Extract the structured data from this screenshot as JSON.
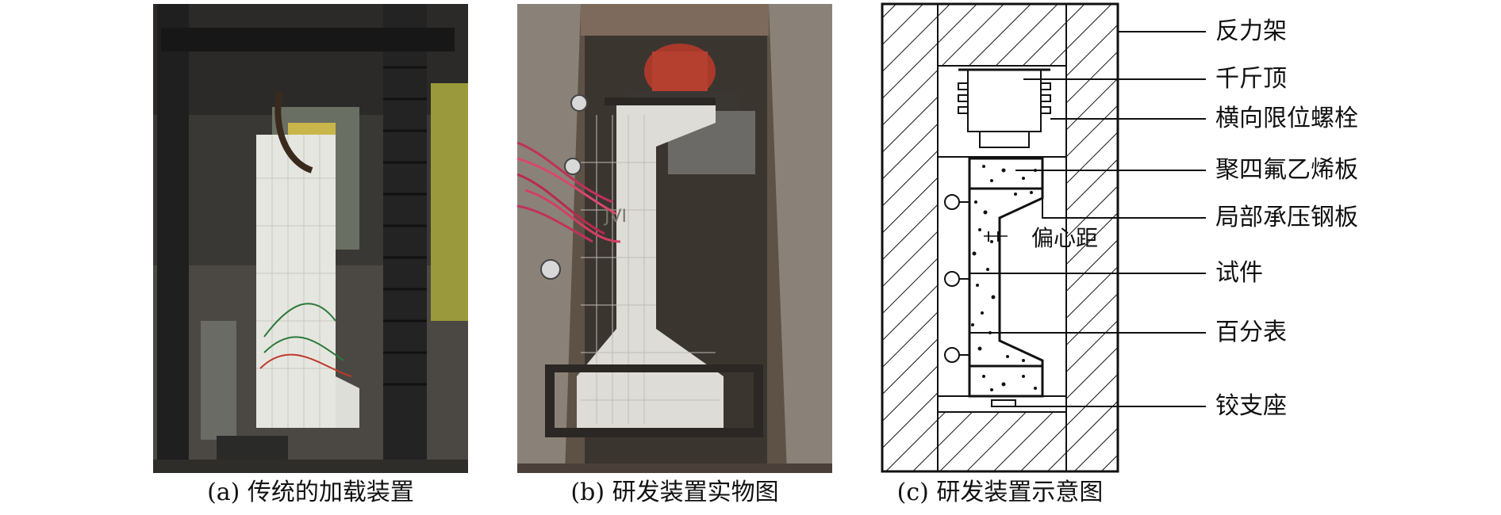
{
  "figure": {
    "panels": [
      {
        "caption": "(a) 传统的加载装置"
      },
      {
        "caption": "(b) 研发装置实物图"
      },
      {
        "caption": "(c) 研发装置示意图"
      }
    ],
    "photo_b_marking": "JVI",
    "schematic": {
      "labels": [
        "反力架",
        "千斤顶",
        "横向限位螺栓",
        "聚四氟乙烯板",
        "局部承压钢板",
        "试件",
        "百分表",
        "铰支座"
      ],
      "inner_label": "偏心距"
    }
  }
}
